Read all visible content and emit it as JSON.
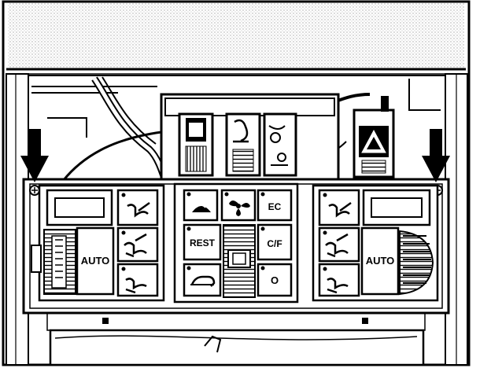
{
  "buttons": {
    "auto_left": "AUTO",
    "auto_right": "AUTO",
    "ec": "EC",
    "rest": "REST",
    "cf": "C/F",
    "off": "O"
  },
  "arrows": {
    "count": 2,
    "direction": "down"
  },
  "colors": {
    "ink": "#000000",
    "paper": "#ffffff",
    "shade": "#d8d8d8"
  },
  "icons": [
    "defrost-icon",
    "fan-icon",
    "recirculation-icon",
    "airflow-face-icon",
    "airflow-bilevel-icon",
    "airflow-feet-icon",
    "hazard-icon",
    "screw-icon"
  ]
}
